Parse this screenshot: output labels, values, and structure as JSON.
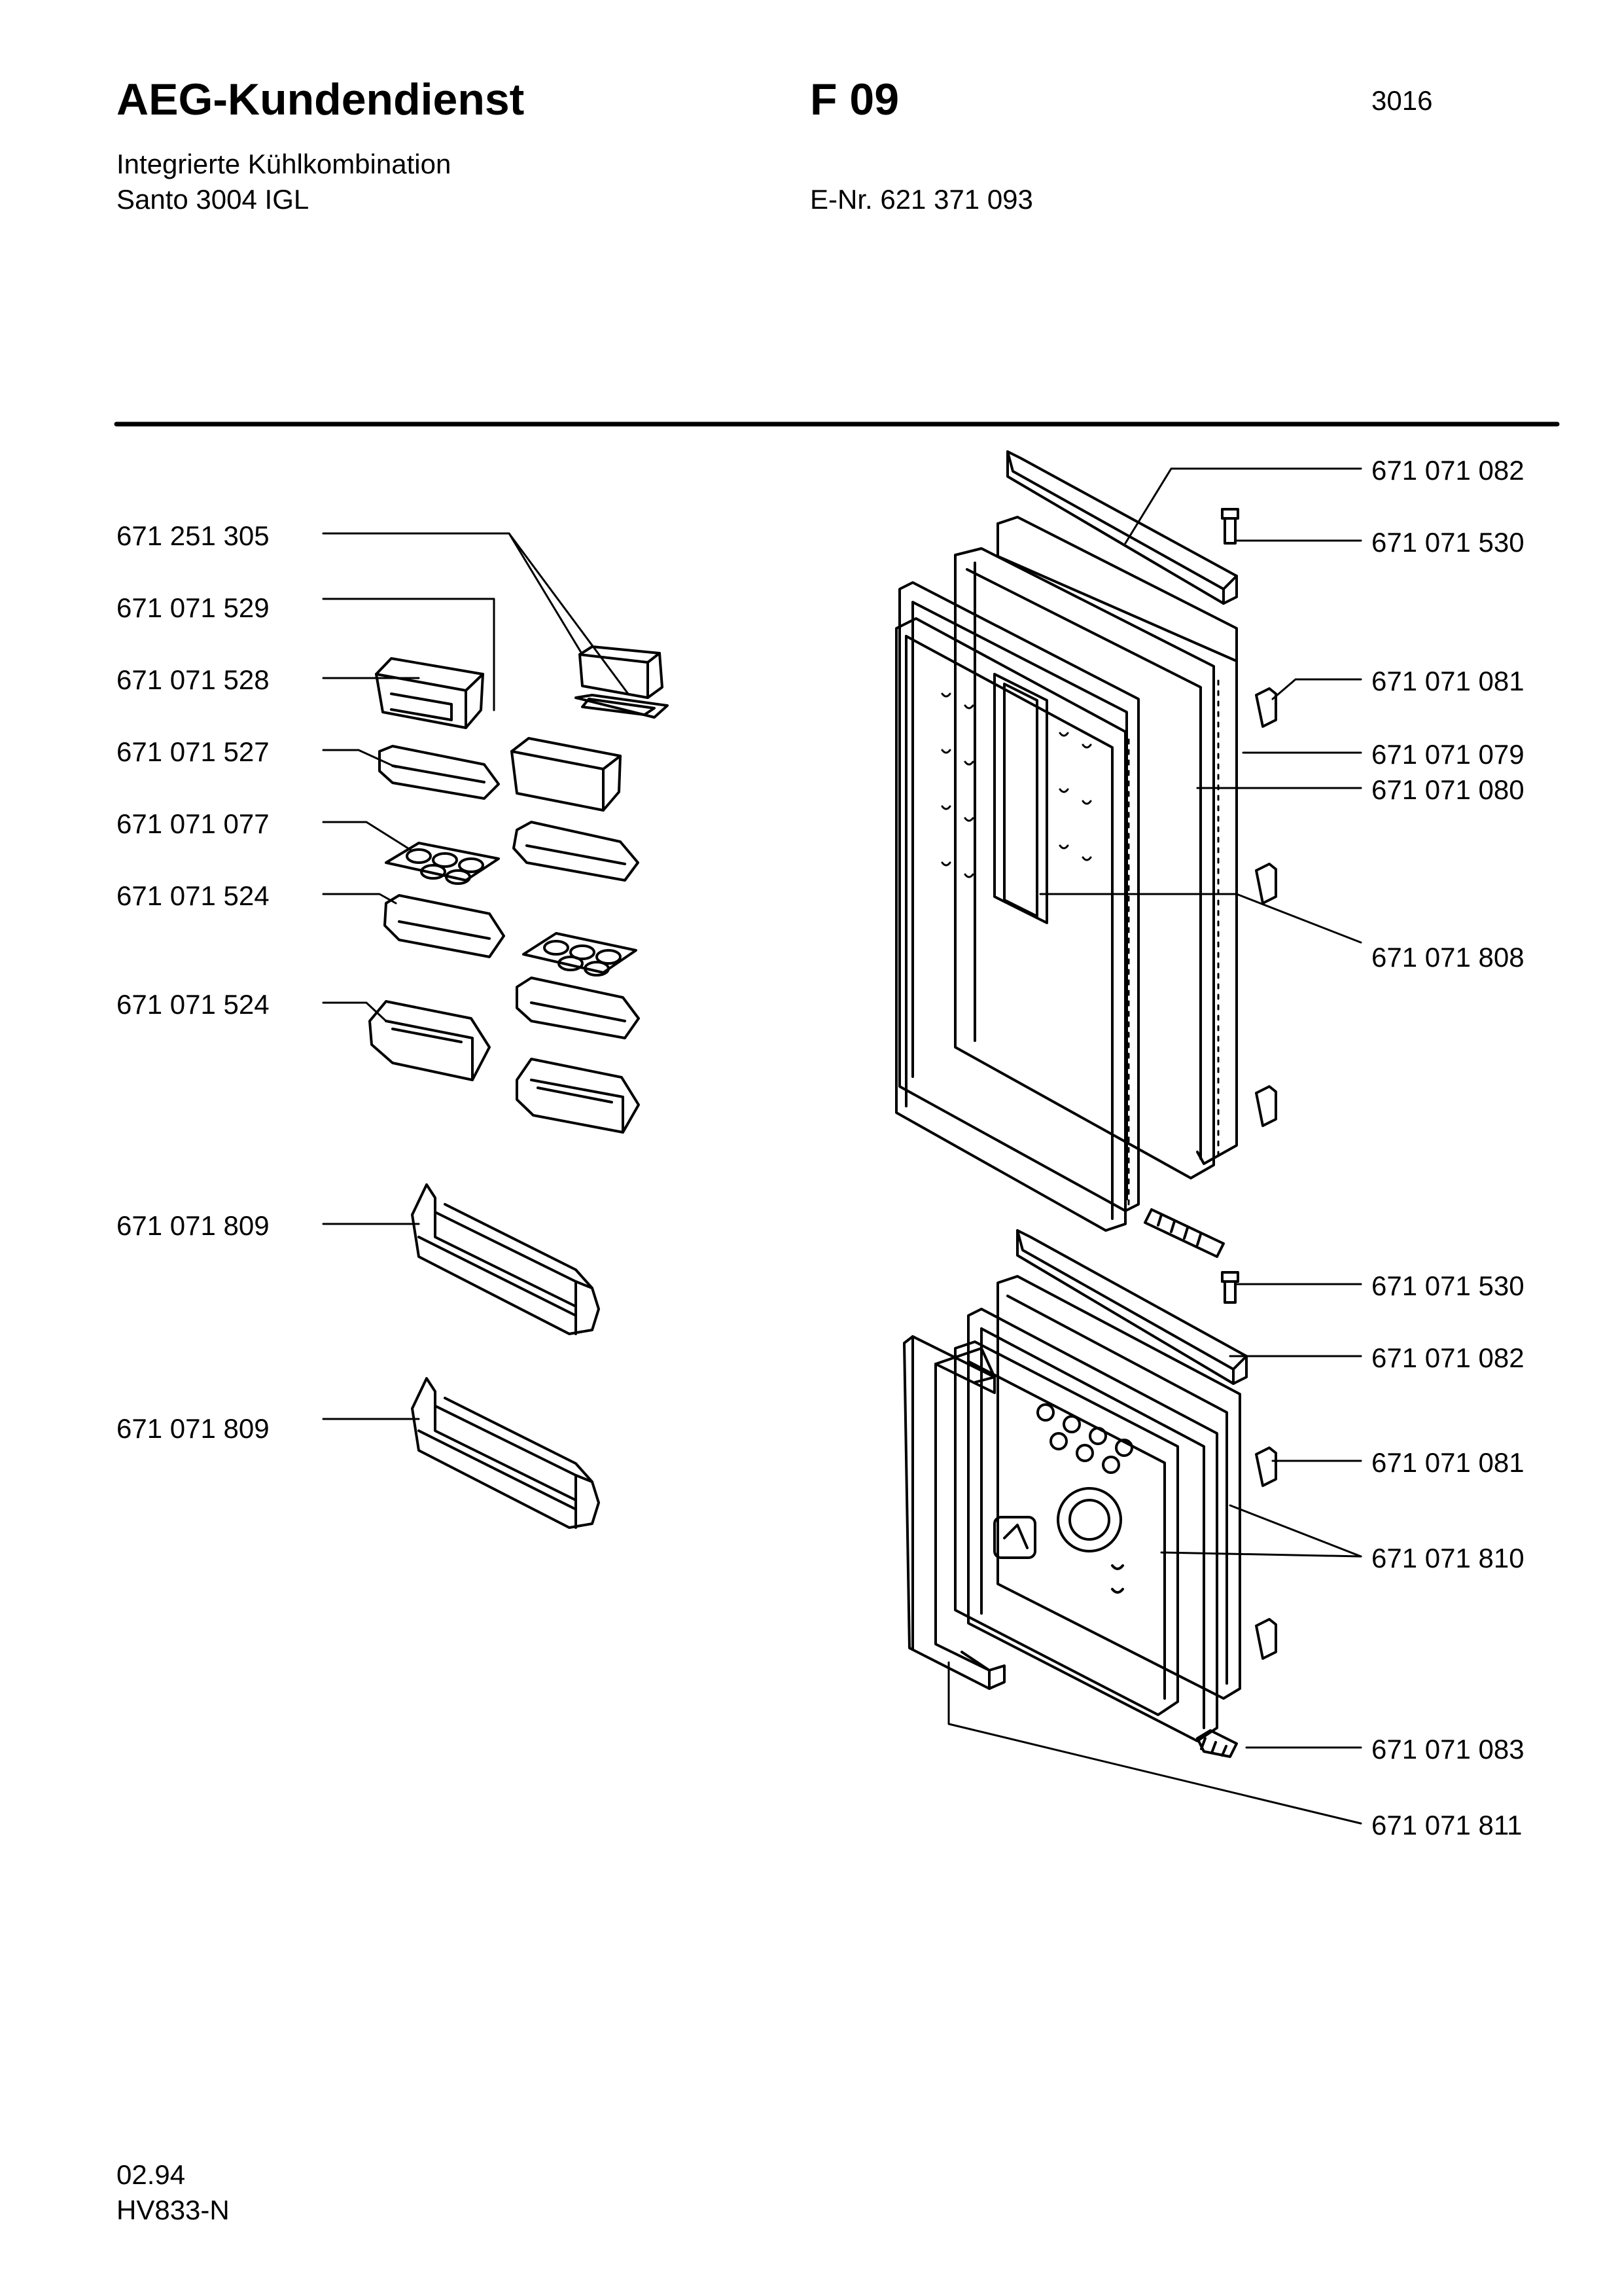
{
  "header": {
    "brand": "AEG-Kundendienst",
    "sheet": "F 09",
    "page_number": "3016",
    "product_type": "Integrierte  Kühlkombination",
    "model": "Santo 3004 IGL",
    "enr": "E-Nr. 621 371 093"
  },
  "parts_left": [
    "671 251 305",
    "671 071 529",
    "671 071 528",
    "671 071 527",
    "671 071 077",
    "671 071 524",
    "671 071 524",
    "671 071 809",
    "671 071 809"
  ],
  "parts_right": [
    "671 071 082",
    "671 071 530",
    "671 071 081",
    "671 071 079",
    "671 071 080",
    "671 071 808",
    "671 071 530",
    "671 071 082",
    "671 071 081",
    "671 071 810",
    "671 071 083",
    "671 071 811"
  ],
  "footer": {
    "date": "02.94",
    "code": "HV833-N"
  }
}
